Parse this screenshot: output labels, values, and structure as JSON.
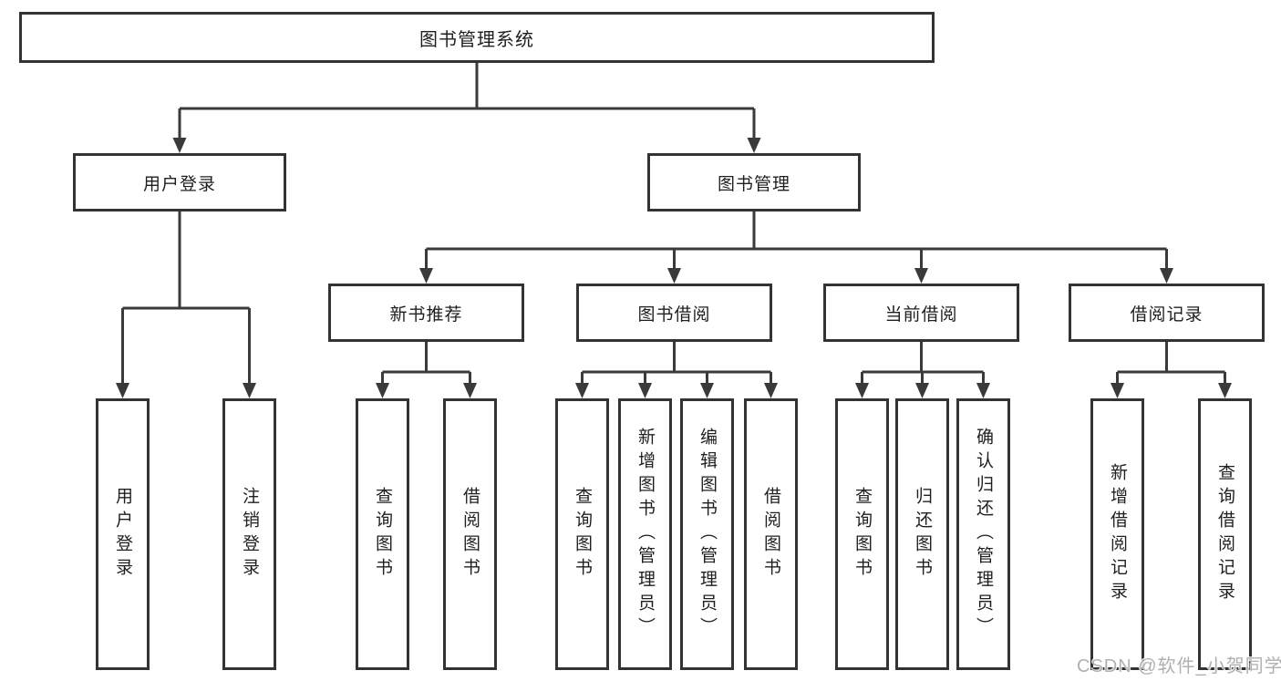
{
  "colors": {
    "line": "#3a3a3a",
    "border": "#333333",
    "bg": "#ffffff",
    "text": "#1f1f1f",
    "watermark": "#b0b0b0"
  },
  "diagram": {
    "root": "图书管理系统",
    "level2": [
      "用户登录",
      "图书管理"
    ],
    "level3": [
      "新书推荐",
      "图书借阅",
      "当前借阅",
      "借阅记录"
    ],
    "leaves": {
      "login": [
        "用户登录",
        "注销登录"
      ],
      "recommend": [
        "查询图书",
        "借阅图书"
      ],
      "borrow": [
        "查询图书",
        "新增图书（管理员）",
        "编辑图书（管理员）",
        "借阅图书"
      ],
      "current": [
        "查询图书",
        "归还图书",
        "确认归还（管理员）"
      ],
      "records": [
        "新增借阅记录",
        "查询借阅记录"
      ]
    }
  },
  "watermark": "CSDN @软件_小贺同学"
}
